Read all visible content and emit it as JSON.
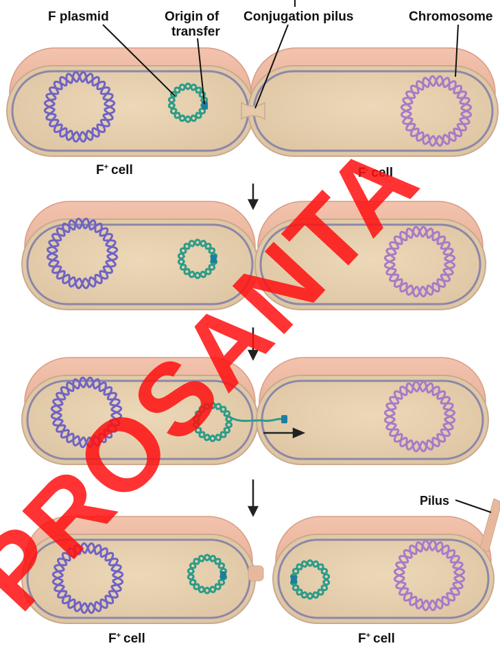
{
  "labels": {
    "f_plasmid": "F plasmid",
    "origin_line1": "Origin of",
    "origin_line2": "transfer",
    "conjugation_pilus": "Conjugation pilus",
    "chromosome": "Chromosome",
    "f_plus_cell": "F+ cell",
    "f_minus_cell": "F- cell",
    "pilus": "Pilus"
  },
  "cell_labels": {
    "f_plus_prefix": "F",
    "f_plus_sup": "+",
    "f_minus_sup": "-",
    "cell_word": "cell"
  },
  "watermark": "PROSANTA",
  "colors": {
    "cell_fill": "#e7d2b0",
    "cell_top": "#eab49c",
    "membrane": "#8d86a8",
    "chromosome_blue": "#6f63c4",
    "chromosome_purple": "#a77ac7",
    "plasmid": "#2a9c88",
    "origin": "#1b7fa0",
    "arrow": "#222222",
    "watermark": "#ff1a1a"
  }
}
